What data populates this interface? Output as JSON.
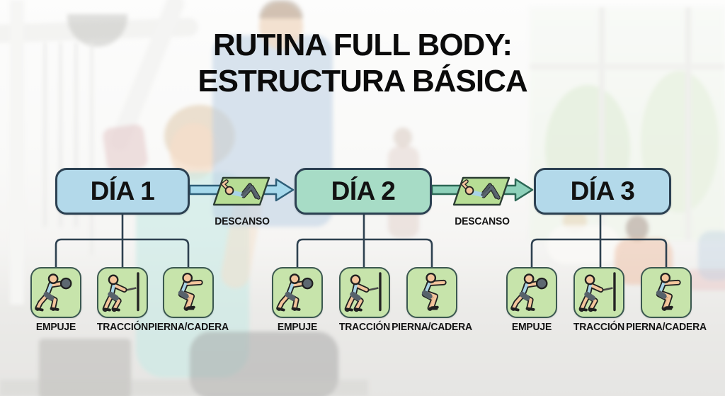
{
  "title": {
    "line1": "RUTINA FULL BODY:",
    "line2": "ESTRUCTURA BÁSICA"
  },
  "days": [
    {
      "label": "DÍA 1",
      "fill": "#b3d9ea",
      "exercises": [
        "EMPUJE",
        "TRACCIÓN",
        "PIERNA/CADERA"
      ]
    },
    {
      "label": "DÍA 2",
      "fill": "#a7dcc6",
      "exercises": [
        "EMPUJE",
        "TRACCIÓN",
        "PIERNA/CADERA"
      ]
    },
    {
      "label": "DÍA 3",
      "fill": "#b3d9ea",
      "exercises": [
        "EMPUJE",
        "TRACCIÓN",
        "PIERNA/CADERA"
      ]
    }
  ],
  "transitions": [
    {
      "label": "DESCANSO",
      "icon": "rest-mat-icon",
      "arrow_color": "#a6d9ec"
    },
    {
      "label": "DESCANSO",
      "icon": "rest-mat-icon",
      "arrow_color": "#8ed1ba"
    }
  ],
  "icons": {
    "empuje": "push-ball-icon",
    "traccion": "cable-pull-icon",
    "pierna_cadera": "squat-icon",
    "descanso": "rest-mat-icon"
  },
  "colors": {
    "day_blue": "#b3d9ea",
    "day_green": "#a7dcc6",
    "tile_green": "#c7e4ab",
    "mat_green": "#b7dd95",
    "arrow_blue": "#a6d9ec",
    "arrow_teal": "#8ed1ba",
    "connector_line": "#2e4150",
    "title_text": "#0b0b0b"
  }
}
